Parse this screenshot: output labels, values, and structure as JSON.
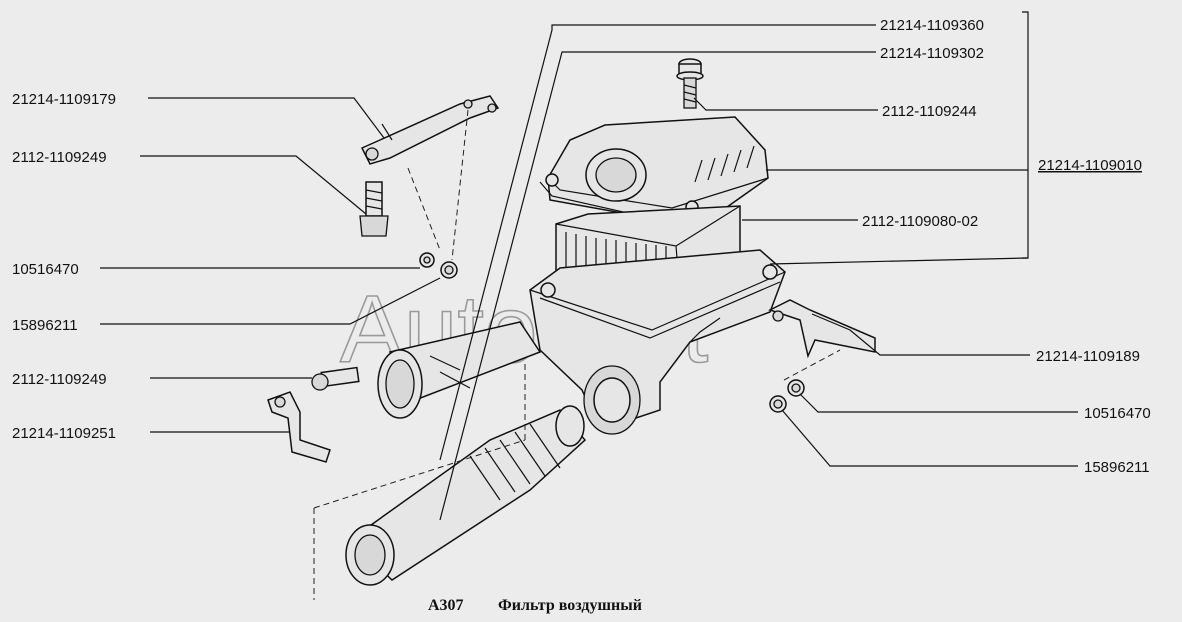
{
  "callouts": [
    {
      "id": "c1",
      "text": "21214-1109360"
    },
    {
      "id": "c2",
      "text": "21214-1109302"
    },
    {
      "id": "c3",
      "text": "21214-1109179"
    },
    {
      "id": "c4",
      "text": "2112-1109244"
    },
    {
      "id": "c5",
      "text": "2112-1109249"
    },
    {
      "id": "c6",
      "text": "21214-1109010"
    },
    {
      "id": "c7",
      "text": "2112-1109080-02"
    },
    {
      "id": "c8",
      "text": "10516470"
    },
    {
      "id": "c9",
      "text": "15896211"
    },
    {
      "id": "c10",
      "text": "21214-1109189"
    },
    {
      "id": "c11",
      "text": "2112-1109249"
    },
    {
      "id": "c12",
      "text": "10516470"
    },
    {
      "id": "c13",
      "text": "21214-1109251"
    },
    {
      "id": "c14",
      "text": "15896211"
    }
  ],
  "watermark": "AutoSoft",
  "caption": {
    "code": "А307",
    "title": "Фильтр воздушный"
  }
}
